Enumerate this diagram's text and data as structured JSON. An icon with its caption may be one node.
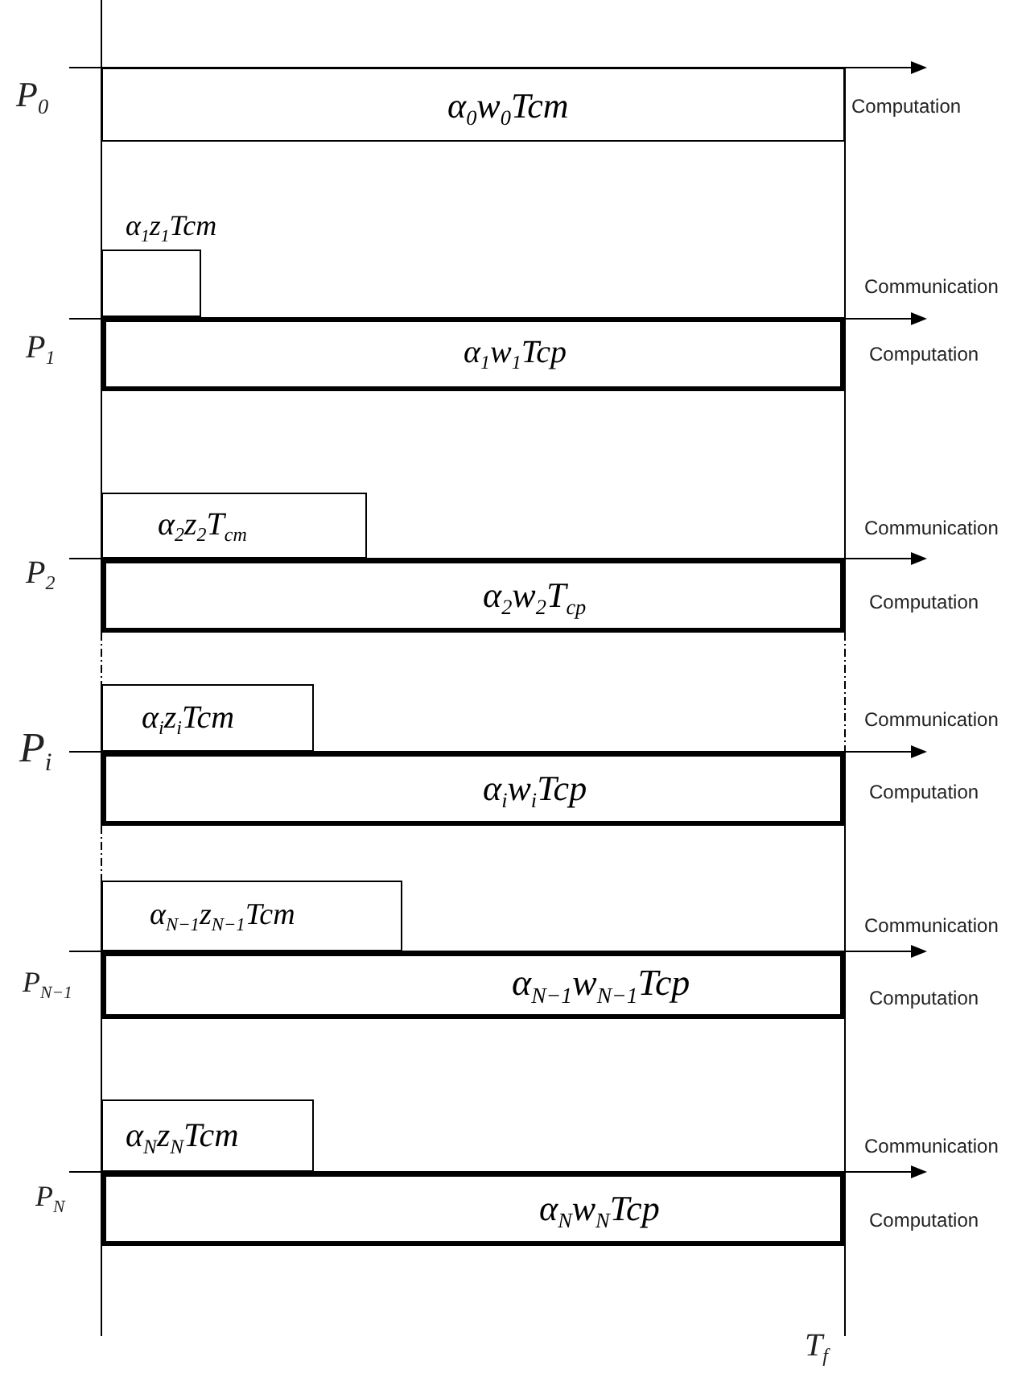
{
  "diagram": {
    "nodes": [
      {
        "text": [
          "α$_{0}$w$_{0}$Tcm"
        ]
      },
      {
        "text": [
          "α$_{1}$z$_{1}$Tcm"
        ]
      },
      {
        "text": [
          "α$_{1}$w$_{1}$Tcp"
        ]
      },
      {
        "text": [
          "α$_{2}$z$_{2}$T$_{cm}$"
        ]
      },
      {
        "text": [
          "α$_{2}$w$_{2}$T$_{cp}$"
        ]
      },
      {
        "text": [
          "α$_{i}$z$_{i}$Tcm"
        ]
      },
      {
        "text": [
          "α$_{i}$w$_{i}$Tcp"
        ]
      },
      {
        "text": [
          "α$_{N−1}$z$_{N−1}$Tcm"
        ]
      },
      {
        "text": [
          "α$_{N−1}$w$_{N−1}$Tcp"
        ]
      },
      {
        "text": [
          "α$_{N}$z$_{N}$Tcm"
        ]
      },
      {
        "text": [
          "α$_{N}$w$_{N}$Tcp"
        ]
      }
    ],
    "labels": [
      "P$_{0}$",
      "Computation",
      "Communication",
      "P$_{1}$",
      "Computation",
      "Communication",
      "P$_{2}$",
      "Computation",
      "Communication",
      "P$_{i}$",
      "Computation",
      "Communication",
      "P$_{N−1}$",
      "Computation",
      "Communication",
      "P$_{N}$",
      "Computation",
      "T$_{f}$"
    ]
  }
}
